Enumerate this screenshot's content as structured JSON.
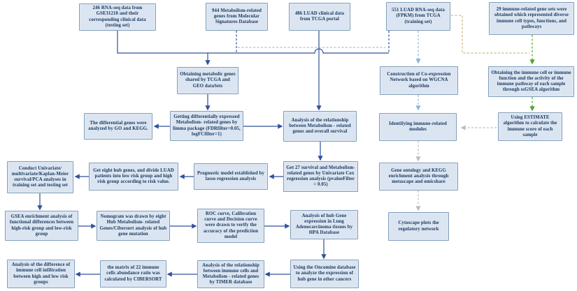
{
  "diagram": {
    "type": "flowchart",
    "description": "Study workflow flowchart for LUAD metabolism-related gene prognostic model and immune analysis"
  },
  "colors": {
    "box_fill": "#dbe5f1",
    "box_border": "#7f9db9",
    "text": "#17365d",
    "navy": "#30519c",
    "lightblue": "#8fb4d9",
    "green": "#55a234",
    "silver": "#bdbdbd",
    "tan": "#c7b77c"
  },
  "nodes": [
    {
      "id": "gse31210-data",
      "label": "246 RNA-seq data from GSE31210 and their corresponding clinical data (testing set)"
    },
    {
      "id": "metabolism-genes-msigdb",
      "label": "944 Metabolism-related genes from Molecular Signatures Database"
    },
    {
      "id": "tcga-clinical",
      "label": "486 LUAD clinical data from TCGA portal"
    },
    {
      "id": "tcga-rnaseq-training",
      "label": "551 LUAD RNA-seq data (FPKM) from TCGA (training set)"
    },
    {
      "id": "immune-gene-sets-29",
      "label": "29 immune-related gene sets were obtained which represented diverse immune cell types, functions, and pathways"
    },
    {
      "id": "shared-metabolic-genes",
      "label": "Obtaining metabolic genes shared by TCGA and GEO dataSets"
    },
    {
      "id": "wgcna-network",
      "label": "Construction of Co-expression Network based on WGCNA algorithm"
    },
    {
      "id": "ssgsea-immune-activity",
      "label": "Obtaining the immune cell or immune function and the activity of the immune pathway of each sample through ssGSEA algorithm"
    },
    {
      "id": "go-kegg-analysis",
      "label": "The differential genes were analyzed by GO and KEGG."
    },
    {
      "id": "deg-limma",
      "label": "Getting differentially expressed Metabolism- related genes by limma package (FDRfilter=0.05, logFCfilter=1)"
    },
    {
      "id": "survival-association-analysis",
      "label": "Analysis of the relationship between Metabolism - related genes and overall survival"
    },
    {
      "id": "immune-modules",
      "label": "Identifying immune-related modules"
    },
    {
      "id": "estimate-immune-score",
      "label": "Using ESTIMATE algorithm to calculate the immune score of each sample"
    },
    {
      "id": "survival-pca-analyses",
      "label": "Conduct Univariate/ multivariate/Kaplan-Meier survival/PCA analyses in training set and testing set"
    },
    {
      "id": "eight-hub-genes-risk-groups",
      "label": "Get eight hub genes, and divide LUAD patients into low risk group and high risk group according to risk value."
    },
    {
      "id": "lasso-prognostic-model",
      "label": "Prognostic model established by lasso regression analysis"
    },
    {
      "id": "univariate-cox-27-genes",
      "label": "Get 27 survival and Metabolism- related genes by Univariate Cox regression analysis (pvalueFilter = 0.05)"
    },
    {
      "id": "metascape-omicshare-enrichment",
      "label": "Gene ontology and KEGG enrichment analysis through metascape and omicshare"
    },
    {
      "id": "gsea-enrichment",
      "label": "GSEA enrichment analysis of functional differences between high-risk group and low-risk group"
    },
    {
      "id": "nomogram-cibersort",
      "label": "Nomogram was drawn by eight Hub Metabolism- related Genes/Cibersort analysis of hub gene mutation"
    },
    {
      "id": "roc-calibration-decision",
      "label": "ROC curve, Calibration curve and Decision curve were drawn to verify the accuracy of the prediction model"
    },
    {
      "id": "hpa-expression",
      "label": "Analysis of hub Gene expression in Lung Adenocarcinoma tissues by HPA Database"
    },
    {
      "id": "cytoscape-network",
      "label": "Cytoscape plots the regulatory network"
    },
    {
      "id": "immune-infiltration-difference",
      "label": "Analysis of the difference of immune cell infiltration between high and low risk groups"
    },
    {
      "id": "cibersort-matrix",
      "label": "the matrix of 22 immune cells abundance ratio was calculated by CIBERSORT"
    },
    {
      "id": "timer-immune-relationship",
      "label": "Analysis of the relationship between immune cells and Metabolism - related genes by TIMER database"
    },
    {
      "id": "oncomine-other-cancers",
      "label": "Using the Oncomine database to analyze the expression of hub gene in other cancers"
    }
  ],
  "edges": [
    {
      "from": "gse31210-data",
      "to": "shared-metabolic-genes",
      "style": "solid",
      "color": "navy"
    },
    {
      "from": "metabolism-genes-msigdb",
      "to": "shared-metabolic-genes",
      "style": "dashed",
      "color": "navy"
    },
    {
      "from": "tcga-rnaseq-training",
      "to": "shared-metabolic-genes",
      "style": "dashed",
      "color": "navy"
    },
    {
      "from": "metabolism-genes-msigdb",
      "to": "tcga-rnaseq-training",
      "style": "dashed",
      "color": "silver"
    },
    {
      "from": "tcga-clinical",
      "to": "survival-association-analysis",
      "style": "solid",
      "color": "navy"
    },
    {
      "from": "shared-metabolic-genes",
      "to": "deg-limma",
      "style": "solid",
      "color": "navy"
    },
    {
      "from": "deg-limma",
      "to": "go-kegg-analysis",
      "style": "solid",
      "color": "navy"
    },
    {
      "from": "deg-limma",
      "to": "survival-association-analysis",
      "style": "solid",
      "color": "navy"
    },
    {
      "from": "survival-association-analysis",
      "to": "univariate-cox-27-genes",
      "style": "solid",
      "color": "navy"
    },
    {
      "from": "univariate-cox-27-genes",
      "to": "lasso-prognostic-model",
      "style": "solid",
      "color": "navy"
    },
    {
      "from": "lasso-prognostic-model",
      "to": "eight-hub-genes-risk-groups",
      "style": "solid",
      "color": "navy"
    },
    {
      "from": "eight-hub-genes-risk-groups",
      "to": "survival-pca-analyses",
      "style": "solid",
      "color": "navy"
    },
    {
      "from": "survival-pca-analyses",
      "to": "gsea-enrichment",
      "style": "solid",
      "color": "navy"
    },
    {
      "from": "gsea-enrichment",
      "to": "nomogram-cibersort",
      "style": "solid",
      "color": "navy"
    },
    {
      "from": "nomogram-cibersort",
      "to": "roc-calibration-decision",
      "style": "solid",
      "color": "navy"
    },
    {
      "from": "roc-calibration-decision",
      "to": "hpa-expression",
      "style": "solid",
      "color": "navy"
    },
    {
      "from": "hpa-expression",
      "to": "oncomine-other-cancers",
      "style": "solid",
      "color": "navy"
    },
    {
      "from": "oncomine-other-cancers",
      "to": "timer-immune-relationship",
      "style": "solid",
      "color": "navy"
    },
    {
      "from": "timer-immune-relationship",
      "to": "cibersort-matrix",
      "style": "solid",
      "color": "navy"
    },
    {
      "from": "cibersort-matrix",
      "to": "immune-infiltration-difference",
      "style": "solid",
      "color": "navy"
    },
    {
      "from": "tcga-rnaseq-training",
      "to": "wgcna-network",
      "style": "dashed",
      "color": "lightblue"
    },
    {
      "from": "wgcna-network",
      "to": "immune-modules",
      "style": "dashed",
      "color": "lightblue"
    },
    {
      "from": "immune-gene-sets-29",
      "to": "ssgsea-immune-activity",
      "style": "dashed",
      "color": "green"
    },
    {
      "from": "tcga-rnaseq-training",
      "to": "ssgsea-immune-activity",
      "style": "dashed",
      "color": "tan"
    },
    {
      "from": "ssgsea-immune-activity",
      "to": "estimate-immune-score",
      "style": "dashed",
      "color": "green"
    },
    {
      "from": "estimate-immune-score",
      "to": "immune-modules",
      "style": "dashed",
      "color": "silver"
    },
    {
      "from": "immune-modules",
      "to": "metascape-omicshare-enrichment",
      "style": "dashed",
      "color": "silver"
    },
    {
      "from": "metascape-omicshare-enrichment",
      "to": "cytoscape-network",
      "style": "dashed",
      "color": "silver"
    }
  ]
}
